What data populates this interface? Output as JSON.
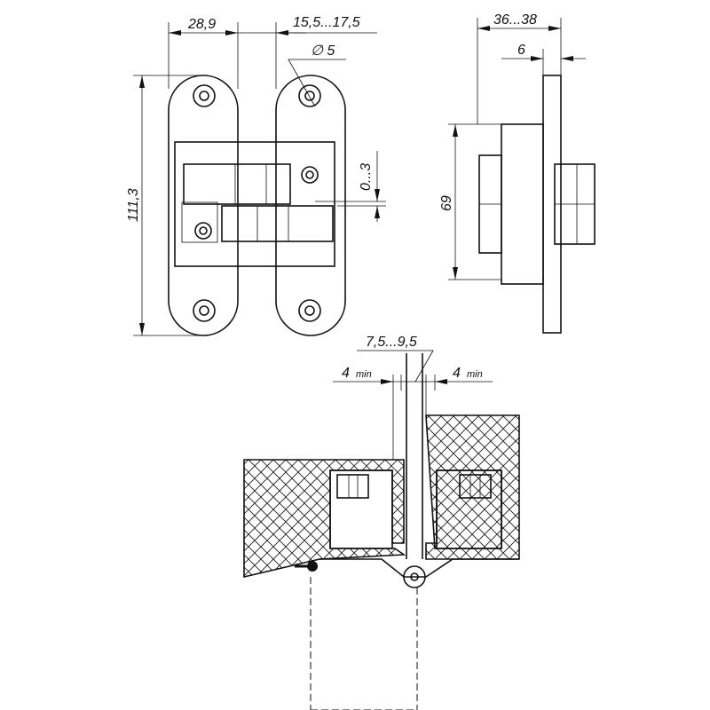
{
  "drawing": {
    "front_view": {
      "width_label": "28,9",
      "offset_label": "15,5...17,5",
      "hole_diameter_label": "∅ 5",
      "height_label": "111,3",
      "adjust_label": "0...3"
    },
    "side_view": {
      "depth_label": "36...38",
      "plate_label": "6",
      "height_label": "69"
    },
    "section_view": {
      "gap_label": "7,5...9,5",
      "left_min_value": "4",
      "left_min_unit": "min",
      "right_min_value": "4",
      "right_min_unit": "min"
    }
  },
  "colors": {
    "line": "#111111",
    "background": "#ffffff"
  }
}
